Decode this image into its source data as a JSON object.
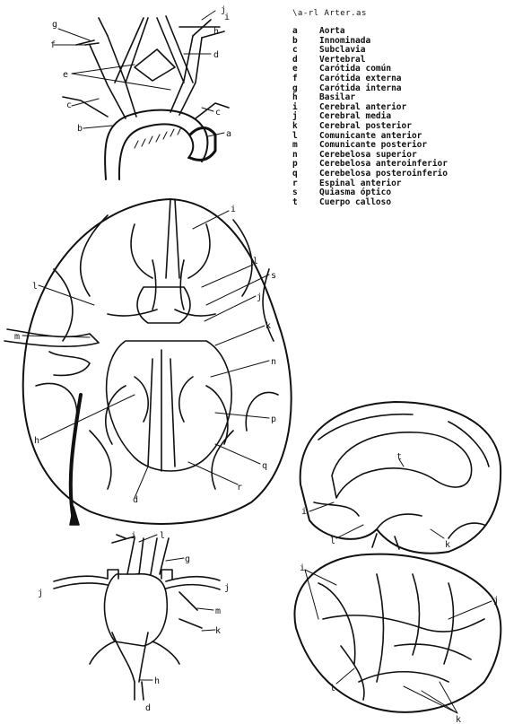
{
  "legend": {
    "title": "\\a-rl Arter.as",
    "items": [
      {
        "key": "a",
        "name": "Aorta"
      },
      {
        "key": "b",
        "name": "Innominada"
      },
      {
        "key": "c",
        "name": "Subclavia"
      },
      {
        "key": "d",
        "name": "Vertebral"
      },
      {
        "key": "e",
        "name": "Carótida común"
      },
      {
        "key": "f",
        "name": "Carótida externa"
      },
      {
        "key": "g",
        "name": "Carótida interna"
      },
      {
        "key": "h",
        "name": "Basilar"
      },
      {
        "key": "i",
        "name": "Cerebral anterior"
      },
      {
        "key": "j",
        "name": "Cerebral media"
      },
      {
        "key": "k",
        "name": "Cerebral posterior"
      },
      {
        "key": "l",
        "name": "Comunicante anterior"
      },
      {
        "key": "m",
        "name": "Comunicante posterior"
      },
      {
        "key": "n",
        "name": "Cerebelosa superior"
      },
      {
        "key": "p",
        "name": "Cerebelosa anteroinferior"
      },
      {
        "key": "q",
        "name": "Cerebelosa posteroinferio"
      },
      {
        "key": "r",
        "name": "Espinal anterior"
      },
      {
        "key": "s",
        "name": "Quiasma óptico"
      },
      {
        "key": "t",
        "name": "Cuerpo calloso"
      }
    ]
  },
  "labels": {
    "aortic": {
      "g": "g",
      "j": "j",
      "i": "i",
      "h": "h",
      "f": "f",
      "d": "d",
      "e": "e",
      "c1": "c",
      "c2": "c",
      "b": "b",
      "a": "a"
    },
    "base": {
      "i": "i",
      "l": "l",
      "s": "s",
      "j": "j",
      "m": "m",
      "k": "k",
      "n": "n",
      "h": "h",
      "p": "p",
      "q": "q",
      "r": "r",
      "d": "d",
      "l2": "l"
    },
    "circle": {
      "i": "i",
      "l": "l",
      "g": "g",
      "j1": "j",
      "j2": "j",
      "m": "m",
      "k": "k",
      "h": "h",
      "d": "d"
    },
    "medial": {
      "t": "t",
      "i": "i",
      "l": "l",
      "k": "k"
    },
    "lateral": {
      "i": "i",
      "j": "j",
      "l": "l",
      "k": "k"
    }
  }
}
